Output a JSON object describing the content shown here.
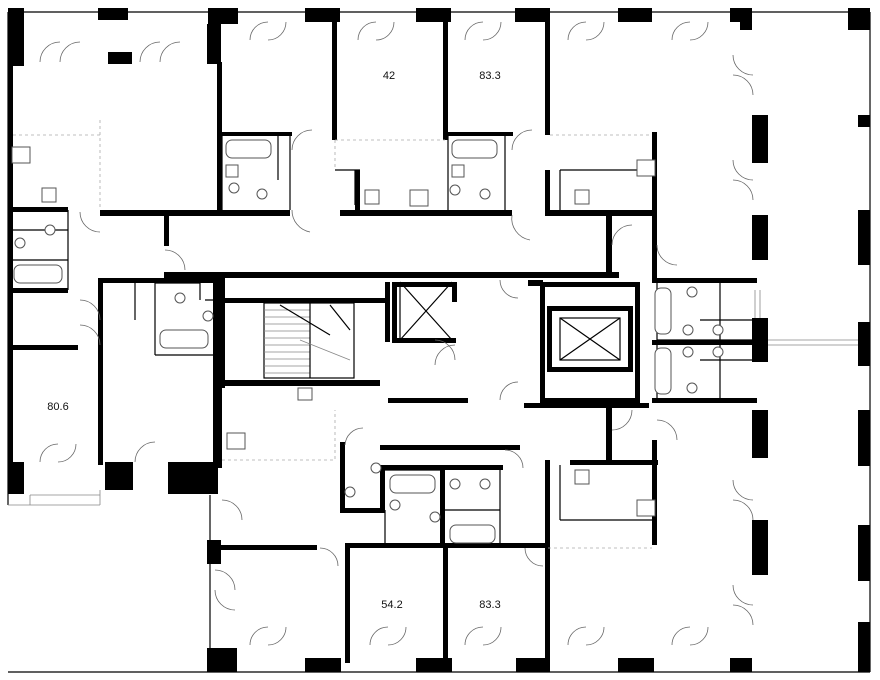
{
  "plan": {
    "apartments": [
      {
        "id": "apt-42",
        "area": "42"
      },
      {
        "id": "apt-83-3-north",
        "area": "83.3"
      },
      {
        "id": "apt-80-6",
        "area": "80.6"
      },
      {
        "id": "apt-54-2",
        "area": "54.2"
      },
      {
        "id": "apt-83-3-south",
        "area": "83.3"
      }
    ]
  }
}
